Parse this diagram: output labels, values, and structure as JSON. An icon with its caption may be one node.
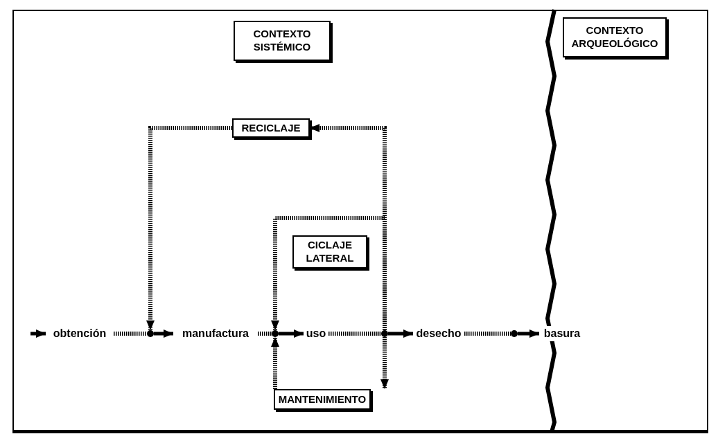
{
  "diagram": {
    "nodes": [
      {
        "text": [
          "CONTEXTO SISTÉMICO"
        ]
      },
      {
        "text": [
          "CONTEXTO ARQUEOLÓGICO"
        ]
      },
      {
        "text": [
          "RECICLAJE"
        ]
      },
      {
        "text": [
          "CICLAJE LATERAL"
        ]
      },
      {
        "text": [
          "MANTENIMIENTO"
        ]
      },
      {
        "text": [
          "obtención"
        ]
      },
      {
        "text": [
          "manufactura"
        ]
      },
      {
        "text": [
          "uso"
        ]
      },
      {
        "text": [
          "desecho"
        ]
      },
      {
        "text": [
          "basura"
        ]
      },
      {
        "text": [],
        "shape": "circle"
      },
      {
        "text": [],
        "shape": "circle"
      },
      {
        "text": [],
        "shape": "circle"
      },
      {
        "text": [],
        "shape": "circle"
      }
    ],
    "edges": [
      {
        "from": null,
        "to": 5,
        "arrow": "to"
      },
      {
        "from": 5,
        "to": 10,
        "arrow": "none",
        "style": "dashed"
      },
      {
        "from": 10,
        "to": 6,
        "arrow": "to"
      },
      {
        "from": 6,
        "to": 11,
        "arrow": "none",
        "style": "dashed"
      },
      {
        "from": 11,
        "to": 7,
        "arrow": "to"
      },
      {
        "from": 7,
        "to": 12,
        "arrow": "none",
        "style": "dashed"
      },
      {
        "from": 12,
        "to": 8,
        "arrow": "to"
      },
      {
        "from": 8,
        "to": 13,
        "arrow": "none",
        "style": "dashed"
      },
      {
        "from": 13,
        "to": 9,
        "arrow": "to"
      },
      {
        "from": 12,
        "to": 2,
        "arrow": "to",
        "style": "dashed"
      },
      {
        "from": 2,
        "to": 10,
        "arrow": "to",
        "style": "dashed"
      },
      {
        "from": 12,
        "to": 11,
        "arrow": "to",
        "style": "dashed"
      },
      {
        "from": 12,
        "to": 4,
        "arrow": "to",
        "style": "dashed"
      },
      {
        "from": 4,
        "to": 11,
        "arrow": "to",
        "style": "dashed"
      }
    ]
  }
}
